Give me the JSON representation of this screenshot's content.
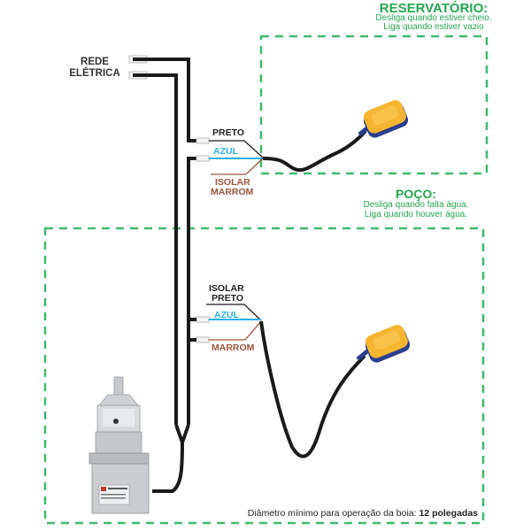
{
  "diagram": {
    "power_source": {
      "label_line1": "REDE",
      "label_line2": "ELÉTRICA"
    },
    "reservoir": {
      "title": "RESERVATÓRIO:",
      "line1": "Desliga quando estiver cheio.",
      "line2": "Liga quando estiver vazio",
      "wires": {
        "black": "PRETO",
        "blue": "AZUL",
        "brown_line1": "ISOLAR",
        "brown_line2": "MARROM"
      }
    },
    "well": {
      "title": "POÇO:",
      "line1": "Desliga quando falta água.",
      "line2": "Liga quando houver água.",
      "wires": {
        "black_line1": "ISOLAR",
        "black_line2": "PRETO",
        "blue": "AZUL",
        "brown": "MARROM"
      }
    },
    "footnote": {
      "text": "Diâmetro mínimo para operação da boia: ",
      "emphasis": "12 polegadas"
    },
    "colors": {
      "zone_border": "#3dbb6e",
      "title_green": "#22a84e",
      "wire_black": "#1a1a1a",
      "wire_blue": "#2ab0e6",
      "wire_brown": "#a0533a",
      "float_yellow": "#f5b52e",
      "float_blue": "#2b3f8f"
    }
  }
}
